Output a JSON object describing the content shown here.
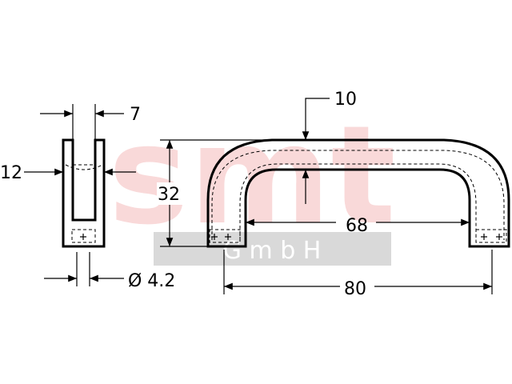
{
  "watermark": {
    "logo_text": "smt",
    "sub_text": "G m b H",
    "logo_color": "#f9d9d9",
    "band_color": "#d9d9d9"
  },
  "dimensions": {
    "width_top": "7",
    "height_left": "12",
    "height_total": "32",
    "wall": "10",
    "inner_span": "68",
    "outer_span": "80",
    "hole": "Ø 4.2"
  }
}
